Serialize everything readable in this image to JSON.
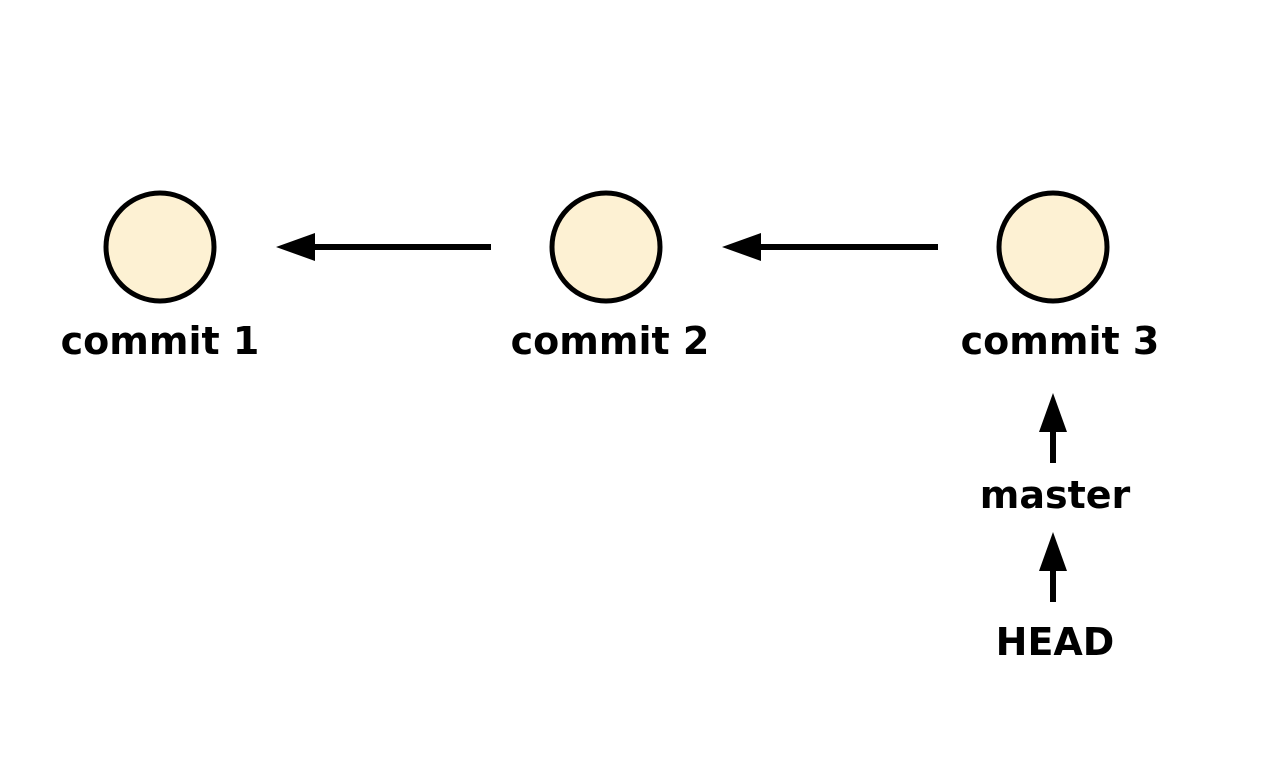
{
  "colors": {
    "node_fill": "#fdf1d3",
    "stroke": "#000000",
    "background": "#ffffff"
  },
  "commits": [
    {
      "label": "commit 1"
    },
    {
      "label": "commit 2"
    },
    {
      "label": "commit 3"
    }
  ],
  "refs": {
    "branch": "master",
    "head": "HEAD"
  }
}
